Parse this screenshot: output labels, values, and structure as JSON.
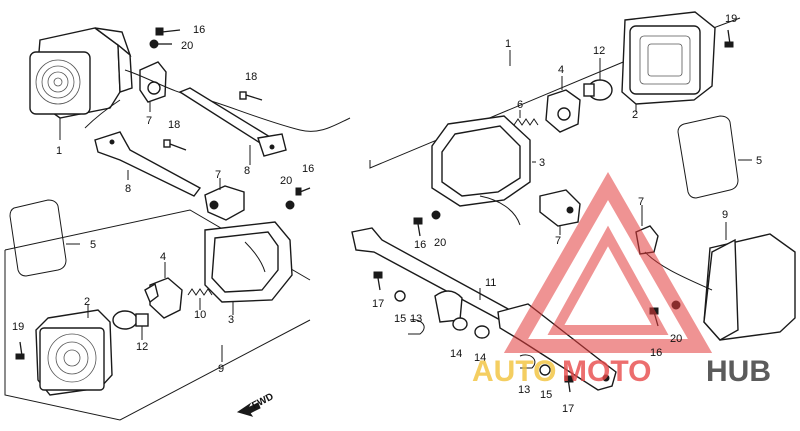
{
  "callouts": {
    "n1": "1",
    "n2": "2",
    "n3": "3",
    "n4": "4",
    "n5": "5",
    "n6": "6",
    "n7": "7",
    "n8": "8",
    "n9": "9",
    "n10": "10",
    "n11": "11",
    "n12": "12",
    "n13": "13",
    "n14": "14",
    "n15": "15",
    "n16": "16",
    "n17": "17",
    "n18": "18",
    "n19": "19",
    "n20": "20"
  },
  "direction_label": "FWD",
  "watermark": {
    "part1": "AUTO",
    "part2": "MOTO",
    "part3": "HUB",
    "colors": {
      "auto": "#f2c23a",
      "moto": "#e84a4a",
      "hub": "#333333",
      "triangle": "#e23b3b"
    }
  }
}
